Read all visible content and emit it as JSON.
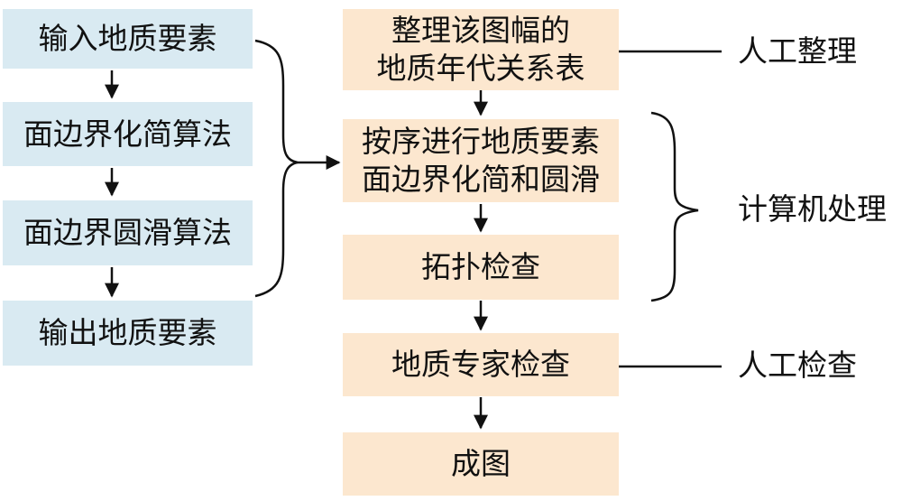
{
  "left_column": {
    "steps": [
      "输入地质要素",
      "面边界化简算法",
      "面边界圆滑算法",
      "输出地质要素"
    ]
  },
  "main_flow": {
    "step1_line1": "整理该图幅的",
    "step1_line2": "地质年代关系表",
    "step2_line1": "按序进行地质要素",
    "step2_line2": "面边界化简和圆滑",
    "step3": "拓扑检查",
    "step4": "地质专家检查",
    "step5": "成图"
  },
  "annotations": {
    "manual_organize": "人工整理",
    "computer_processing": "计算机处理",
    "manual_check": "人工检查"
  },
  "colors": {
    "left_box": "#d9eaf2",
    "main_box": "#fce7cf",
    "line": "#111111"
  }
}
